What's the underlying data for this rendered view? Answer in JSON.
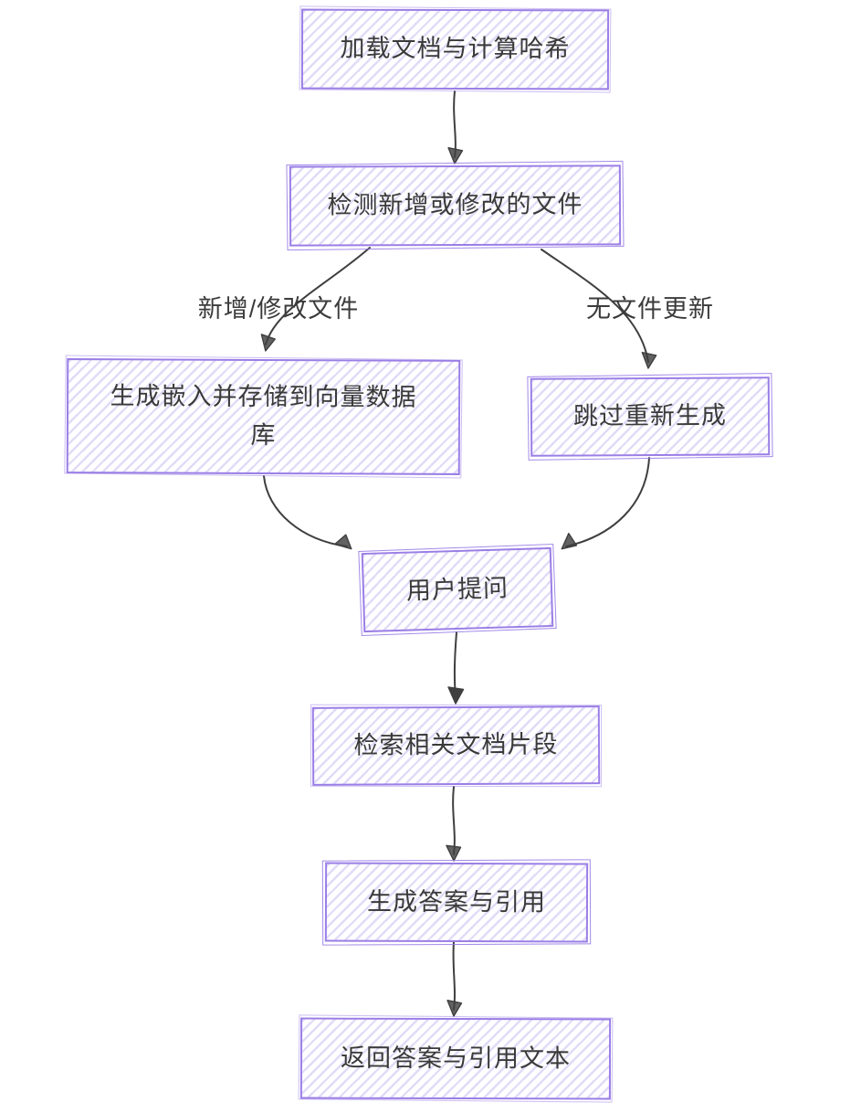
{
  "diagram": {
    "type": "flowchart",
    "background_color": "#ffffff",
    "node_border_color": "#9a7ee6",
    "node_fill_hatch_color": "#dcd6f5",
    "text_color": "#3a3a3a",
    "arrow_color": "#3f3f3f",
    "nodes": [
      {
        "id": "load-hash",
        "label": "加载文档与计算哈希"
      },
      {
        "id": "detect",
        "label": "检测新增或修改的文件"
      },
      {
        "id": "embed-store",
        "label": "生成嵌入并存储到向量数据库"
      },
      {
        "id": "skip-regen",
        "label": "跳过重新生成"
      },
      {
        "id": "user-ask",
        "label": "用户提问"
      },
      {
        "id": "retrieve",
        "label": "检索相关文档片段"
      },
      {
        "id": "generate",
        "label": "生成答案与引用"
      },
      {
        "id": "return",
        "label": "返回答案与引用文本"
      }
    ],
    "edge_labels": [
      {
        "id": "new-modified",
        "label": "新增/修改文件"
      },
      {
        "id": "no-update",
        "label": "无文件更新"
      }
    ],
    "edges": [
      {
        "from": "load-hash",
        "to": "detect"
      },
      {
        "from": "detect",
        "to": "embed-store",
        "label": "新增/修改文件"
      },
      {
        "from": "detect",
        "to": "skip-regen",
        "label": "无文件更新"
      },
      {
        "from": "embed-store",
        "to": "user-ask"
      },
      {
        "from": "skip-regen",
        "to": "user-ask"
      },
      {
        "from": "user-ask",
        "to": "retrieve"
      },
      {
        "from": "retrieve",
        "to": "generate"
      },
      {
        "from": "generate",
        "to": "return"
      }
    ]
  }
}
